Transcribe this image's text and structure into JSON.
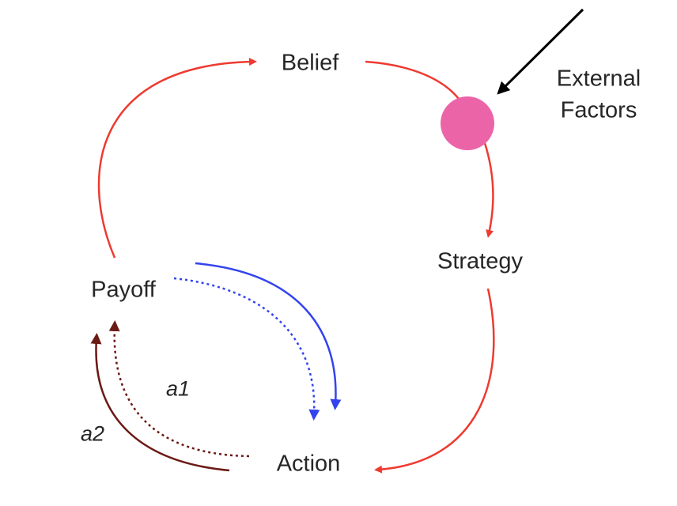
{
  "nodes": {
    "belief": "Belief",
    "strategy": "Strategy",
    "payoff": "Payoff",
    "action": "Action",
    "external_line1": "External",
    "external_line2": "Factors"
  },
  "edge_labels": {
    "a1": "a1",
    "a2": "a2"
  },
  "colors": {
    "red": "#ee3a30",
    "blue": "#3344ee",
    "darkred": "#6b1a14",
    "pink": "#ec64a8",
    "black": "#000000"
  }
}
